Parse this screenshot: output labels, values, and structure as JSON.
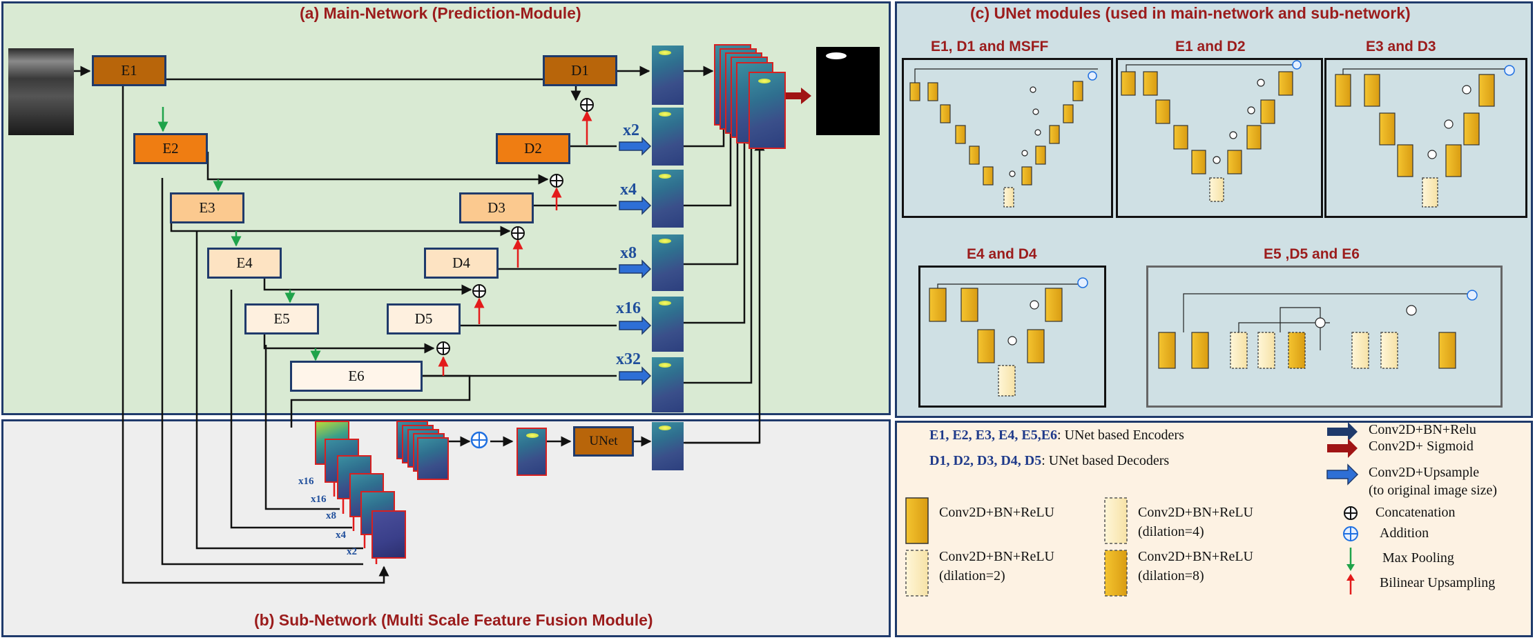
{
  "panel_a": {
    "title": "(a) Main-Network (Prediction-Module)"
  },
  "panel_b": {
    "title": "(b) Sub-Network (Multi Scale Feature Fusion Module)"
  },
  "panel_c": {
    "title": "(c) UNet modules (used in main-network and sub-network)",
    "modules": [
      {
        "title": "E1, D1 and MSFF"
      },
      {
        "title": "E1 and D2"
      },
      {
        "title": "E3 and D3"
      },
      {
        "title": "E4 and D4"
      },
      {
        "title": "E5 ,D5 and E6"
      }
    ]
  },
  "encoders": [
    "E1",
    "E2",
    "E3",
    "E4",
    "E5",
    "E6"
  ],
  "decoders": [
    "D1",
    "D2",
    "D3",
    "D4",
    "D5"
  ],
  "scales": [
    "x2",
    "x4",
    "x8",
    "x16",
    "x32"
  ],
  "sub_scales": [
    "x16",
    "x16",
    "x8",
    "x4",
    "x2"
  ],
  "unet_label": "UNet",
  "legend": {
    "enc_bold": "E1, E2, E3, E4, E5,E6",
    "enc_rest": ": UNet based Encoders",
    "dec_bold": "D1, D2, D3, D4, D5",
    "dec_rest": ": UNet based Decoders",
    "block_plain": "Conv2D+BN+ReLU",
    "block_d2_l1": "Conv2D+BN+ReLU",
    "block_d2_l2": "(dilation=2)",
    "block_d4_l1": "Conv2D+BN+ReLU",
    "block_d4_l2": "(dilation=4)",
    "block_d8_l1": "Conv2D+BN+ReLU",
    "block_d8_l2": "(dilation=8)",
    "arrow_relu": "Conv2D+BN+Relu",
    "arrow_sigmoid": "Conv2D+ Sigmoid",
    "arrow_up_l1": "Conv2D+Upsample",
    "arrow_up_l2": "(to original image size)",
    "concat": "Concatenation",
    "addition": "Addition",
    "maxpool": "Max Pooling",
    "bilinear": "Bilinear  Upsampling"
  },
  "colors": {
    "panel_a_bg": "#d9ead3",
    "panel_b_bg": "#eeeeee",
    "panel_c_bg": "#cfe0e4",
    "legend_bg": "#fdf2e3",
    "border": "#1f3a6b",
    "title": "#9b1c1c"
  }
}
